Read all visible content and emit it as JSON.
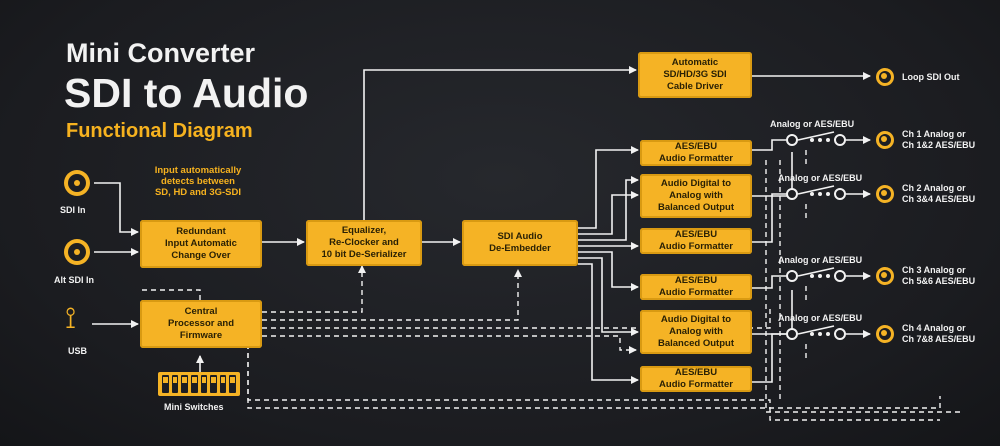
{
  "header": {
    "title_line1": "Mini Converter",
    "title_line2": "SDI to Audio",
    "subtitle": "Functional Diagram"
  },
  "note": "Input automatically\ndetects between\nSD, HD and 3G-SDI",
  "inputs": {
    "sdi_in": "SDI In",
    "alt_sdi_in": "Alt SDI In",
    "usb": "USB",
    "mini_switches": "Mini Switches"
  },
  "blocks": {
    "redundant_input": "Redundant\nInput Automatic\nChange Over",
    "central_processor": "Central\nProcessor and\nFirmware",
    "equalizer": "Equalizer,\nRe-Clocker and\n10 bit De-Serializer",
    "de_embedder": "SDI Audio\nDe-Embedder",
    "cable_driver": "Automatic\nSD/HD/3G SDI\nCable Driver",
    "ch1_formatter": "AES/EBU\nAudio Formatter",
    "ch12_analog": "Audio Digital to\nAnalog with\nBalanced Output",
    "ch2_formatter": "AES/EBU\nAudio Formatter",
    "ch3_formatter": "AES/EBU\nAudio Formatter",
    "ch34_analog": "Audio Digital to\nAnalog with\nBalanced Output",
    "ch4_formatter": "AES/EBU\nAudio Formatter"
  },
  "switch_labels": {
    "sw1": "Analog or AES/EBU",
    "sw2": "Analog or AES/EBU",
    "sw3": "Analog or AES/EBU",
    "sw4": "Analog or AES/EBU"
  },
  "outputs": {
    "loop_sdi_out": "Loop SDI Out",
    "ch1": "Ch 1 Analog or\nCh 1&2 AES/EBU",
    "ch2": "Ch 2 Analog or\nCh 3&4 AES/EBU",
    "ch3": "Ch 3 Analog or\nCh 5&6 AES/EBU",
    "ch4": "Ch 4 Analog or\nCh 7&8 AES/EBU"
  },
  "colors": {
    "accent": "#f5b325",
    "background": "#1d1e22",
    "text": "#f2f2f2"
  }
}
